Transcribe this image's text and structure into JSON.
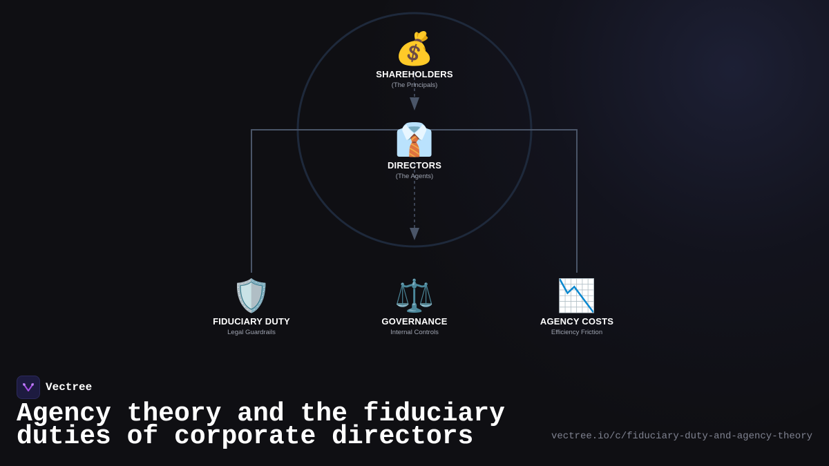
{
  "diagram": {
    "top_node": {
      "icon": "💰",
      "icon_name": "money-bag-icon",
      "label": "SHAREHOLDERS",
      "sublabel": "(The Principals)"
    },
    "middle_node": {
      "icon": "👔",
      "icon_name": "necktie-shirt-icon",
      "label": "DIRECTORS",
      "sublabel": "(The Agents)"
    },
    "bottom_nodes": [
      {
        "icon": "🛡️",
        "icon_name": "shield-icon",
        "label": "FIDUCIARY DUTY",
        "sublabel": "Legal Guardrails"
      },
      {
        "icon": "⚖️",
        "icon_name": "balance-scale-icon",
        "label": "GOVERNANCE",
        "sublabel": "Internal Controls"
      },
      {
        "icon": "📉",
        "icon_name": "chart-decreasing-icon",
        "label": "AGENCY COSTS",
        "sublabel": "Efficiency Friction"
      }
    ],
    "colors": {
      "connector": "#4a5568",
      "circle": "#1e293b",
      "background": "#0f0f13"
    }
  },
  "brand": {
    "name": "Vectree",
    "logo_icon": "vectree-logo-icon",
    "accent": "#a64ee6"
  },
  "title": "Agency theory and the fiduciary duties of corporate directors",
  "url": "vectree.io/c/fiduciary-duty-and-agency-theory"
}
